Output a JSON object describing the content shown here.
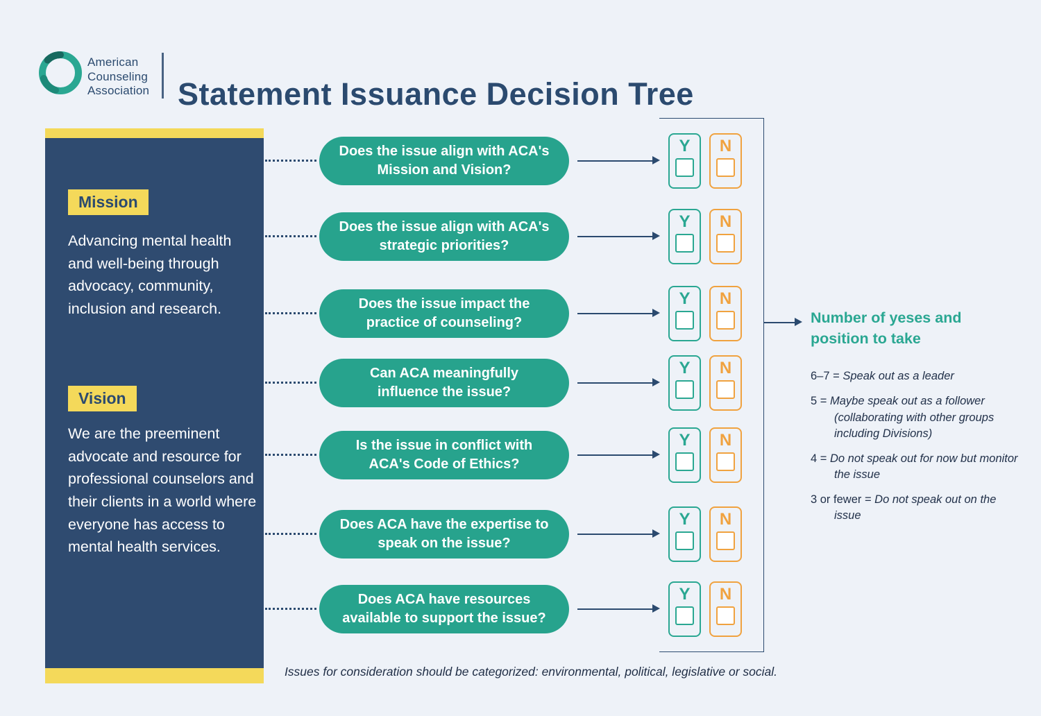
{
  "header": {
    "logo": {
      "line1": "American",
      "line2": "Counseling",
      "line3": "Association"
    },
    "title": "Statement Issuance Decision Tree"
  },
  "sidebar": {
    "mission_label": "Mission",
    "mission_text": "Advancing mental health and well-being through advocacy, community, inclusion and research.",
    "vision_label": "Vision",
    "vision_text": "We are the preeminent advocate and resource for professional counselors and their clients in a world where everyone has access to mental health services."
  },
  "flow": {
    "questions": [
      "Does the issue align with ACA's Mission and Vision?",
      "Does the issue align with ACA's strategic priorities?",
      "Does the issue impact the practice of counseling?",
      "Can ACA meaningfully influence the issue?",
      "Is the issue in conflict with ACA's Code of Ethics?",
      "Does ACA have the expertise to speak on the issue?",
      "Does ACA have resources available to support the issue?"
    ],
    "yes_label": "Y",
    "no_label": "N"
  },
  "results": {
    "heading": "Number of yeses and position to take",
    "items": [
      {
        "prefix": "6–7 = ",
        "text": "Speak out as a leader"
      },
      {
        "prefix": "5 = ",
        "text": "Maybe speak out as a follower (collaborating with other groups including Divisions)"
      },
      {
        "prefix": "4 = ",
        "text": "Do not speak out for now but monitor the issue"
      },
      {
        "prefix": "3 or fewer = ",
        "text": "Do not speak out on the issue"
      }
    ]
  },
  "footer": {
    "note": "Issues for consideration should be categorized: environmental, political, legislative or social."
  },
  "colors": {
    "teal": "#2aa792",
    "pill_teal": "#27a38d",
    "orange": "#f0a23f",
    "navy": "#2b4a6f",
    "sidebar_navy": "#2f4b70",
    "yellow": "#f4d95a",
    "background": "#eef2f8"
  }
}
